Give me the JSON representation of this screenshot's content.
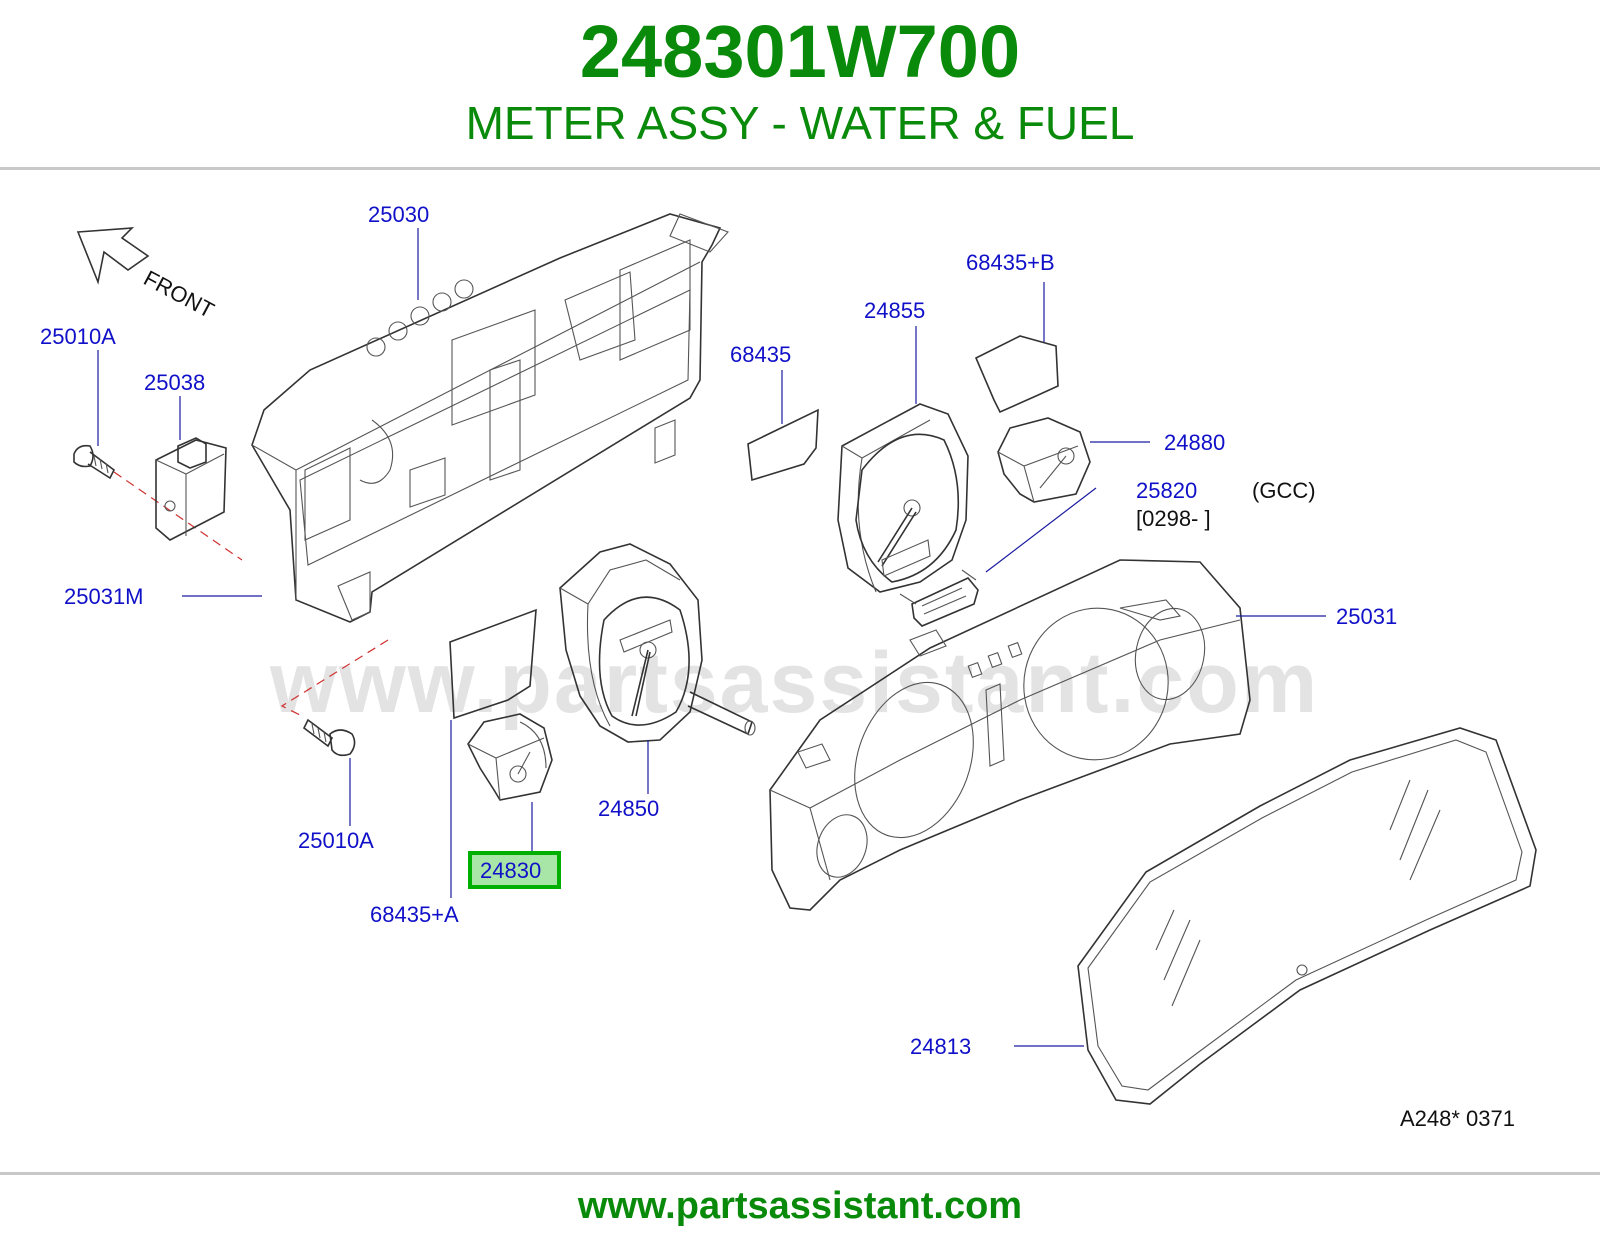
{
  "header": {
    "part_number": "248301W700",
    "title": "METER ASSY - WATER & FUEL"
  },
  "diagram": {
    "watermark": "www.partsassistant.com",
    "front_label": "FRONT",
    "callouts": {
      "c25030": "25030",
      "c25010A_top": "25010A",
      "c25038": "25038",
      "c25031M": "25031M",
      "c25010A_bottom": "25010A",
      "c68435A": "68435+A",
      "c24830": "24830",
      "c24850": "24850",
      "c68435": "68435",
      "c24855": "24855",
      "c68435B": "68435+B",
      "c24880": "24880",
      "c25820": "25820",
      "gcc": "(GCC)",
      "range": "[0298-    ]",
      "c25031": "25031",
      "c24813": "24813",
      "ref_code": "A248*   0371"
    },
    "highlight_color": "#00b000",
    "highlight_fill": "#a8e6a8"
  },
  "footer": {
    "url": "www.partsassistant.com"
  }
}
